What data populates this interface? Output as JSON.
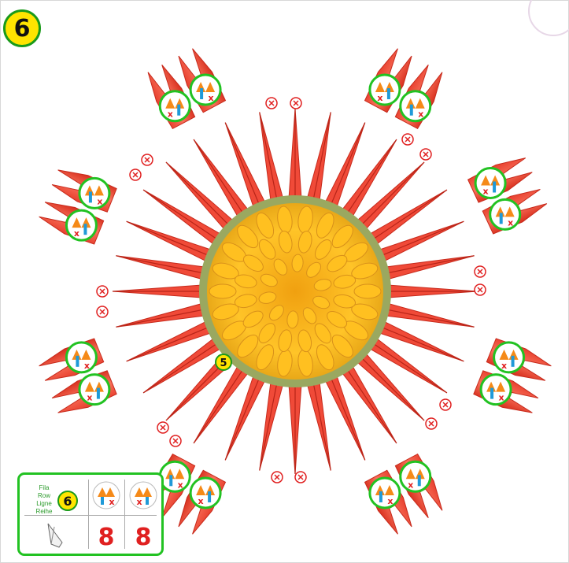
{
  "step_badge": "6",
  "legend": {
    "row_words": [
      "Fila",
      "Row",
      "Ligne",
      "Reihe"
    ],
    "row_number": "6",
    "counts": [
      "8",
      "8"
    ]
  },
  "ring_marker": "5",
  "colors": {
    "red_piece": "#f04a38",
    "red_dark": "#c72a1c",
    "yellow_piece": "#ffc020",
    "green_ring": "#22c222",
    "badge_yellow": "#ffe400",
    "arrow_orange": "#f58a18",
    "arrow_blue": "#1f9ad8",
    "x_red": "#e02020"
  },
  "icons": [
    "step-number-badge",
    "insert-direction-icon",
    "cross-marker-icon",
    "origami-piece-icon"
  ]
}
